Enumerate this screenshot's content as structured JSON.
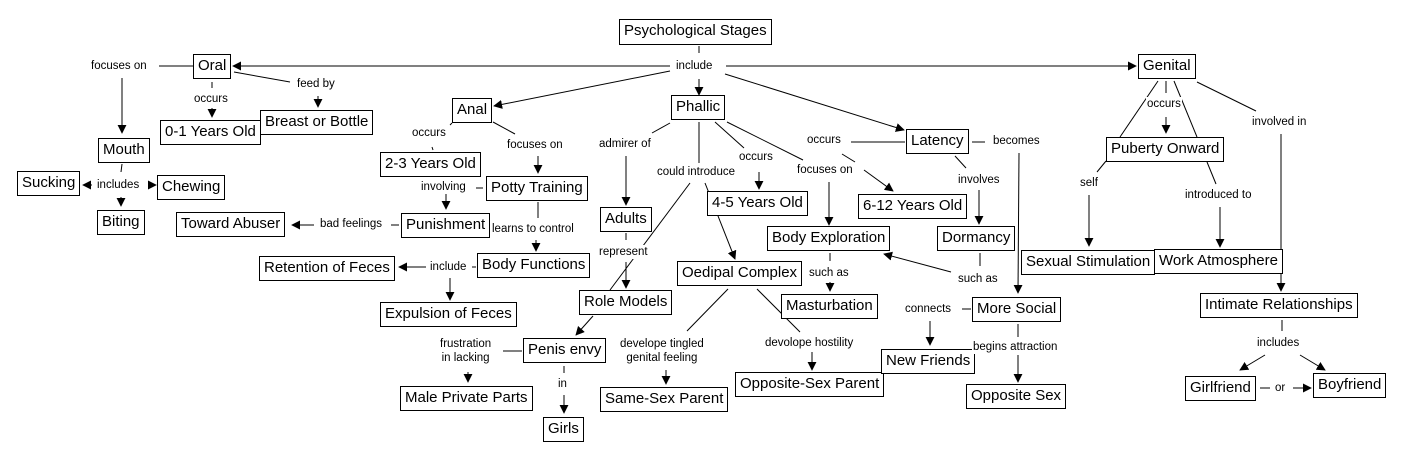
{
  "title": "Psychological Stages",
  "concepts": {
    "psych_stages": "Psychological Stages",
    "oral": "Oral",
    "anal": "Anal",
    "phallic": "Phallic",
    "latency": "Latency",
    "genital": "Genital",
    "mouth": "Mouth",
    "sucking": "Sucking",
    "chewing": "Chewing",
    "biting": "Biting",
    "age_0_1": "0-1 Years Old",
    "breast_bottle": "Breast or Bottle",
    "age_2_3": "2-3 Years Old",
    "potty": "Potty Training",
    "punishment": "Punishment",
    "toward_abuser": "Toward Abuser",
    "body_functions": "Body Functions",
    "retention": "Retention of Feces",
    "expulsion": "Expulsion of Feces",
    "adults": "Adults",
    "role_models": "Role Models",
    "penis_envy": "Penis envy",
    "male_parts": "Male Private Parts",
    "girls": "Girls",
    "age_4_5": "4-5 Years Old",
    "oedipal": "Oedipal Complex",
    "same_sex": "Same-Sex Parent",
    "opposite_parent": "Opposite-Sex Parent",
    "body_exploration": "Body Exploration",
    "masturbation": "Masturbation",
    "age_6_12": "6-12 Years Old",
    "dormancy": "Dormancy",
    "more_social": "More Social",
    "new_friends": "New Friends",
    "opposite_sex": "Opposite Sex",
    "puberty": "Puberty Onward",
    "sexual_stim": "Sexual Stimulation",
    "work_atm": "Work Atmosphere",
    "intimate": "Intimate Relationships",
    "girlfriend": "Girlfriend",
    "boyfriend": "Boyfriend"
  },
  "phrases": {
    "include_main": "include",
    "oral_focuses": "focuses on",
    "oral_occurs": "occurs",
    "oral_feed": "feed by",
    "mouth_includes": "includes",
    "anal_occurs": "occurs",
    "anal_focuses": "focuses on",
    "age23_involving": "involving",
    "bad_feelings": "bad feelings",
    "learns": "learns to control",
    "bf_include": "include",
    "admirer": "admirer of",
    "could_introduce": "could introduce",
    "phallic_occurs": "occurs",
    "phallic_focuses": "focuses on",
    "represent": "represent",
    "frustration": "frustration\nin lacking",
    "in": "in",
    "tingled": "develope tingled\ngenital feeling",
    "hostility": "devolope hostility",
    "such_as_1": "such as",
    "latency_occurs": "occurs",
    "involves": "involves",
    "becomes": "becomes",
    "such_as_2": "such as",
    "connects": "connects",
    "begins": "begins attraction",
    "genital_occurs": "occurs",
    "self": "self",
    "introduced": "introduced to",
    "involved": "involved in",
    "includes": "includes",
    "or": "or"
  }
}
